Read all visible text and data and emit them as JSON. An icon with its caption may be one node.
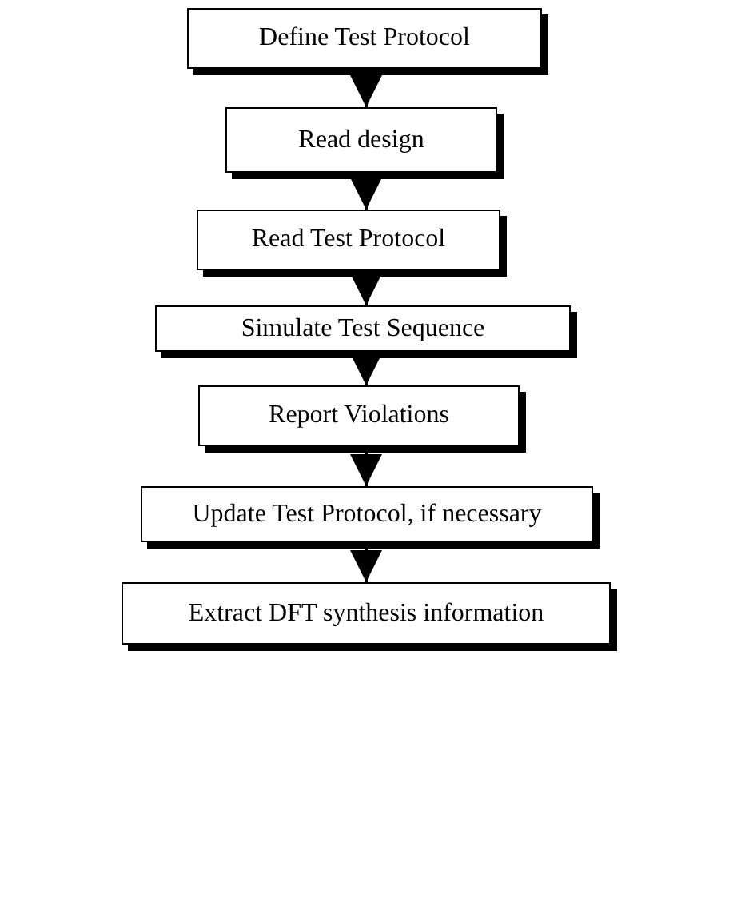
{
  "diagram": {
    "nodes": [
      {
        "text": [
          "Define Test Protocol"
        ]
      },
      {
        "text": [
          "Read design"
        ]
      },
      {
        "text": [
          "Read Test Protocol"
        ]
      },
      {
        "text": [
          "Simulate Test Sequence"
        ]
      },
      {
        "text": [
          "Report Violations"
        ]
      },
      {
        "text": [
          "Update Test Protocol, if necessary"
        ]
      },
      {
        "text": [
          "Extract DFT synthesis information"
        ]
      }
    ],
    "edges": [
      {
        "from": 0,
        "to": 1,
        "arrow": "to"
      },
      {
        "from": 1,
        "to": 2,
        "arrow": "to"
      },
      {
        "from": 2,
        "to": 3,
        "arrow": "to"
      },
      {
        "from": 3,
        "to": 4,
        "arrow": "to"
      },
      {
        "from": 4,
        "to": 5,
        "arrow": "to"
      },
      {
        "from": 5,
        "to": 6,
        "arrow": "to"
      }
    ]
  }
}
